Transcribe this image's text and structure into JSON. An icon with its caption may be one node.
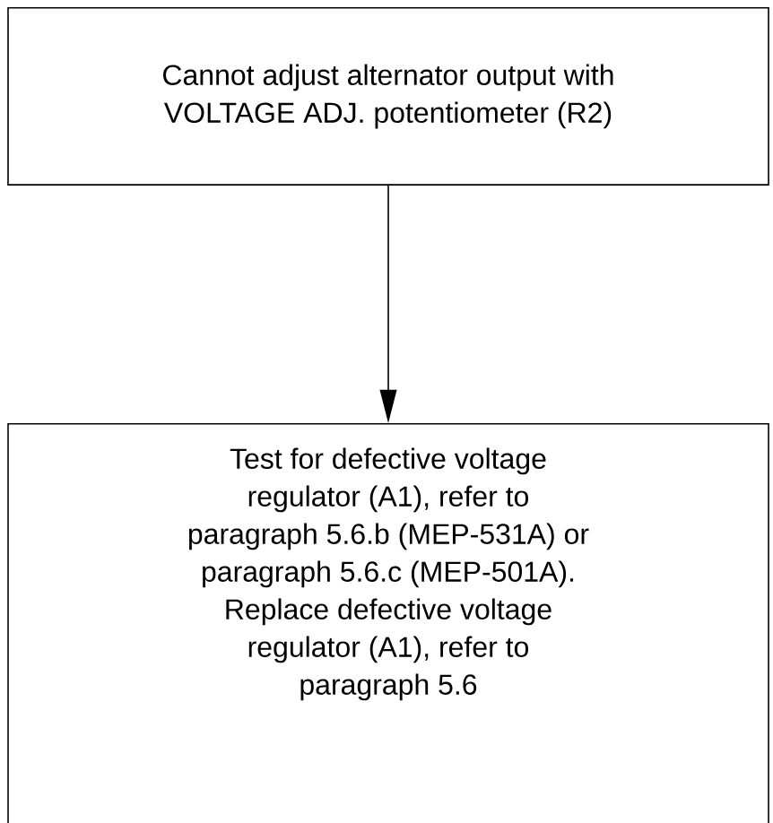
{
  "diagram": {
    "nodes": [
      {
        "text": [
          "Cannot adjust alternator output with VOLTAGE ADJ. potentiometer (R2)"
        ]
      },
      {
        "text": [
          "Test for defective voltage regulator (A1), refer to paragraph 5.6.b (MEP-531A) or paragraph 5.6.c (MEP-501A). Replace defective voltage regulator (A1), refer to paragraph 5.6"
        ]
      }
    ],
    "edges": [
      {
        "from": 0,
        "to": 1,
        "arrow": "to"
      }
    ]
  }
}
